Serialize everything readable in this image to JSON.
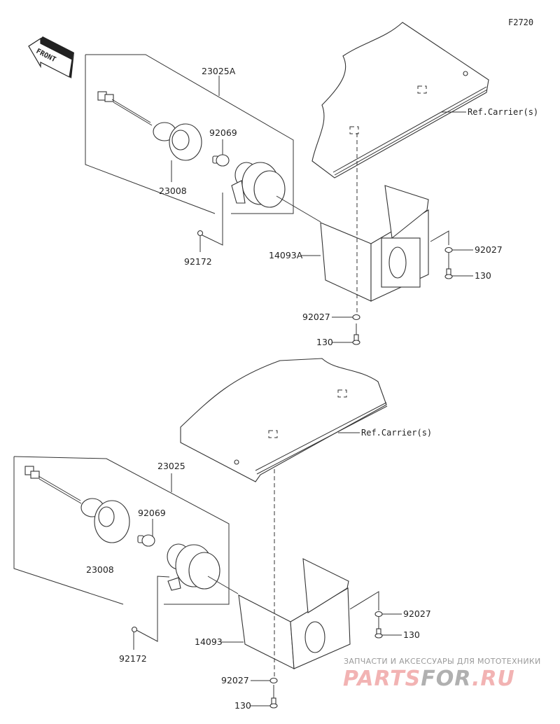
{
  "diagram": {
    "figure_code": "F2720",
    "front_indicator": "FRONT",
    "upper_assembly": {
      "assembly_label": "23025A",
      "socket_label": "23008",
      "bulb_label": "92069",
      "screw_label": "92172",
      "bracket_label": "14093A",
      "carrier_ref": "Ref.Carrier(s)",
      "nut_right_label": "92027",
      "bolt_right_label": "130",
      "nut_bottom_label": "92027",
      "bolt_bottom_label": "130"
    },
    "lower_assembly": {
      "assembly_label": "23025",
      "socket_label": "23008",
      "bulb_label": "92069",
      "screw_label": "92172",
      "bracket_label": "14093",
      "carrier_ref": "Ref.Carrier(s)",
      "nut_right_label": "92027",
      "bolt_right_label": "130",
      "nut_bottom_label": "92027",
      "bolt_bottom_label": "130"
    }
  },
  "watermark": {
    "tagline": "ЗАПЧАСТИ И АКСЕССУАРЫ ДЛЯ МОТОТЕХНИКИ",
    "brand_part1": "PARTS",
    "brand_part2": "FOR",
    "brand_part3": ".RU"
  }
}
